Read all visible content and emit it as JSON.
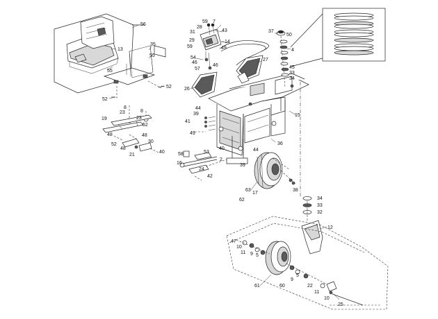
{
  "callouts": {
    "seat_assembly": "56",
    "seat": "13",
    "seat_pan": "55",
    "seat_bracket": "35",
    "seat_bolt": "52",
    "seat_bolt_2": "52",
    "slide_washer_a": "8",
    "slide_washer_b": "8",
    "slide_left_23": "23",
    "slide_right_23": "23",
    "seat_slide": "19",
    "slide_52": "52",
    "slide_52_b": "52",
    "slide_48_a": "48",
    "slide_48_b": "48",
    "slide_48_c": "48",
    "slide_30": "30",
    "slide_21": "21",
    "slide_40": "40",
    "console_59": "59",
    "console_7": "7",
    "console_28": "28",
    "console_31": "31",
    "console_43": "43",
    "console_29": "29",
    "console_14": "14",
    "console_59b": "59",
    "console_49": "49",
    "console_54": "54",
    "console_46a": "46",
    "console_46b": "46",
    "console_57": "57",
    "cover_27": "27",
    "cover_26": "26",
    "frame_44a": "44",
    "frame_39a": "39",
    "frame_41": "41",
    "frame_49": "49",
    "frame_15": "15",
    "frame_36": "36",
    "frame_40": "40",
    "frame_44b": "44",
    "frame_39b": "39",
    "pivot_37": "37",
    "pivot_50": "50",
    "pivot_4": "4",
    "pivot_45": "45",
    "pivot_33": "33",
    "pivot_34": "34",
    "link_58": "58",
    "link_53": "53",
    "link_16": "16",
    "link_2": "2",
    "link_24": "24",
    "link_42": "42",
    "wheel_63": "63",
    "wheel_17": "17",
    "wheel_62": "62",
    "wheel_38": "38",
    "caster_34": "34",
    "caster_33": "33",
    "caster_32": "32",
    "caster_12": "12",
    "axle_47": "47",
    "axle_10a": "10",
    "axle_11a": "11",
    "axle_9a": "9",
    "axle_5a": "5",
    "axle_5b": "5",
    "axle_9b": "9",
    "axle_61": "61",
    "axle_60": "60",
    "axle_22": "22",
    "axle_11b": "11",
    "axle_10b": "10",
    "axle_25": "25"
  }
}
